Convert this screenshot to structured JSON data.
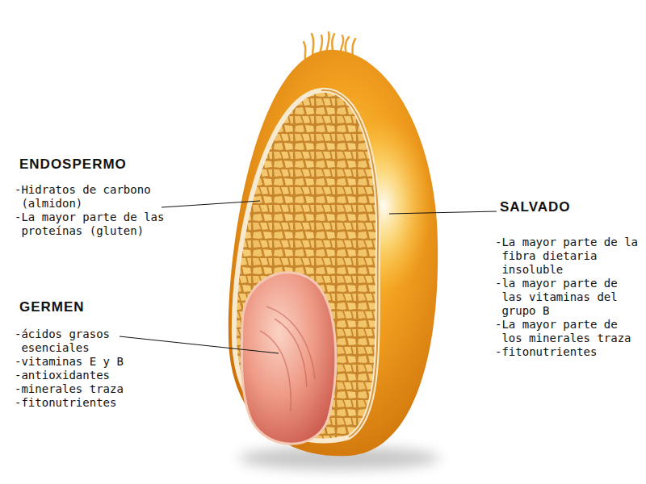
{
  "diagram": {
    "labels": [
      "ENDOSPERMO",
      "-Hidratos de carbono (almidon)",
      "-La mayor parte de las proteínas (gluten)",
      "SALVADO",
      "-La mayor parte de la fibra dietaria insoluble",
      "-la mayor parte de las vitaminas del grupo B",
      "-La mayor parte de los minerales traza",
      "-fitonutrientes",
      "GERMEN",
      "-ácidos grasos esenciales",
      "-vitaminas E y B",
      "-antioxidantes",
      "-minerales traza",
      "-fitonutrientes"
    ]
  }
}
